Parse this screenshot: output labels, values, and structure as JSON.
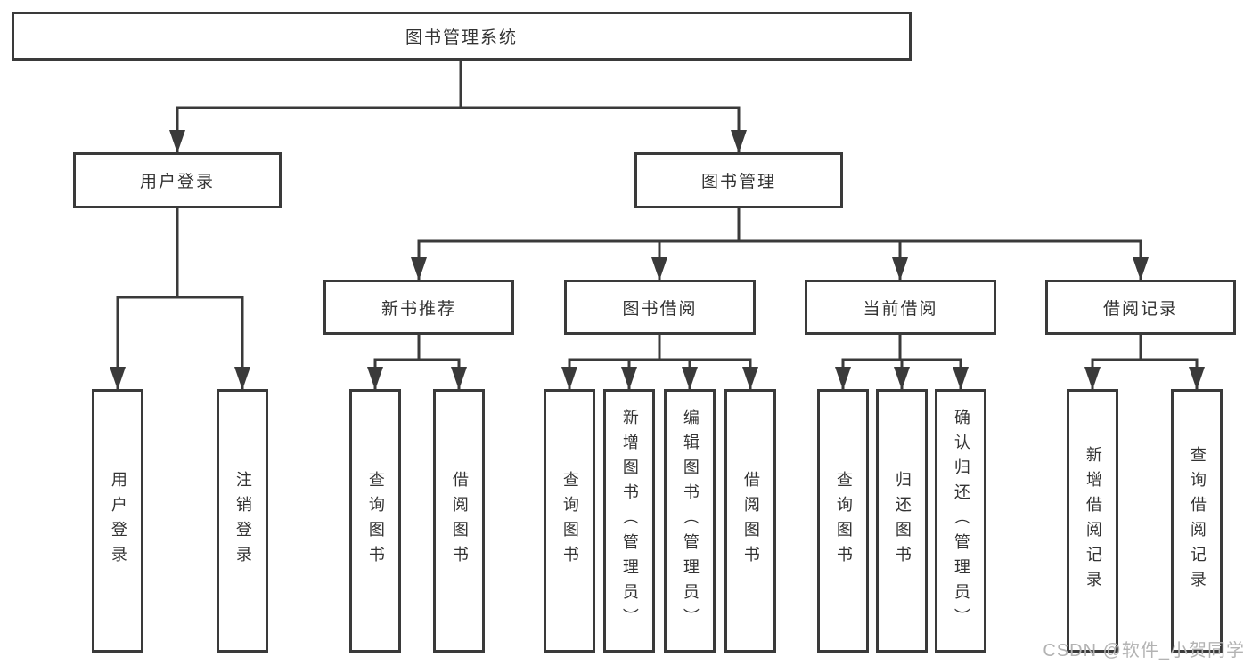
{
  "tree": {
    "root": {
      "label": "图书管理系统",
      "children": [
        {
          "label": "用户登录",
          "children": [
            {
              "label": "用户登录"
            },
            {
              "label": "注销登录"
            }
          ]
        },
        {
          "label": "图书管理",
          "children": [
            {
              "label": "新书推荐",
              "children": [
                {
                  "label": "查询图书"
                },
                {
                  "label": "借阅图书"
                }
              ]
            },
            {
              "label": "图书借阅",
              "children": [
                {
                  "label": "查询图书"
                },
                {
                  "label": "新增图书（管理员）"
                },
                {
                  "label": "编辑图书（管理员）"
                },
                {
                  "label": "借阅图书"
                }
              ]
            },
            {
              "label": "当前借阅",
              "children": [
                {
                  "label": "查询图书"
                },
                {
                  "label": "归还图书"
                },
                {
                  "label": "确认归还（管理员）"
                }
              ]
            },
            {
              "label": "借阅记录",
              "children": [
                {
                  "label": "新增借阅记录"
                },
                {
                  "label": "查询借阅记录"
                }
              ]
            }
          ]
        }
      ]
    }
  },
  "watermark": {
    "text": "CSDN @软件_小贺同学"
  },
  "colors": {
    "line": "#3a3a3a",
    "box-border": "#3a3a3a",
    "text": "#333333",
    "watermark": "#b3b3b3",
    "background": "#ffffff"
  }
}
